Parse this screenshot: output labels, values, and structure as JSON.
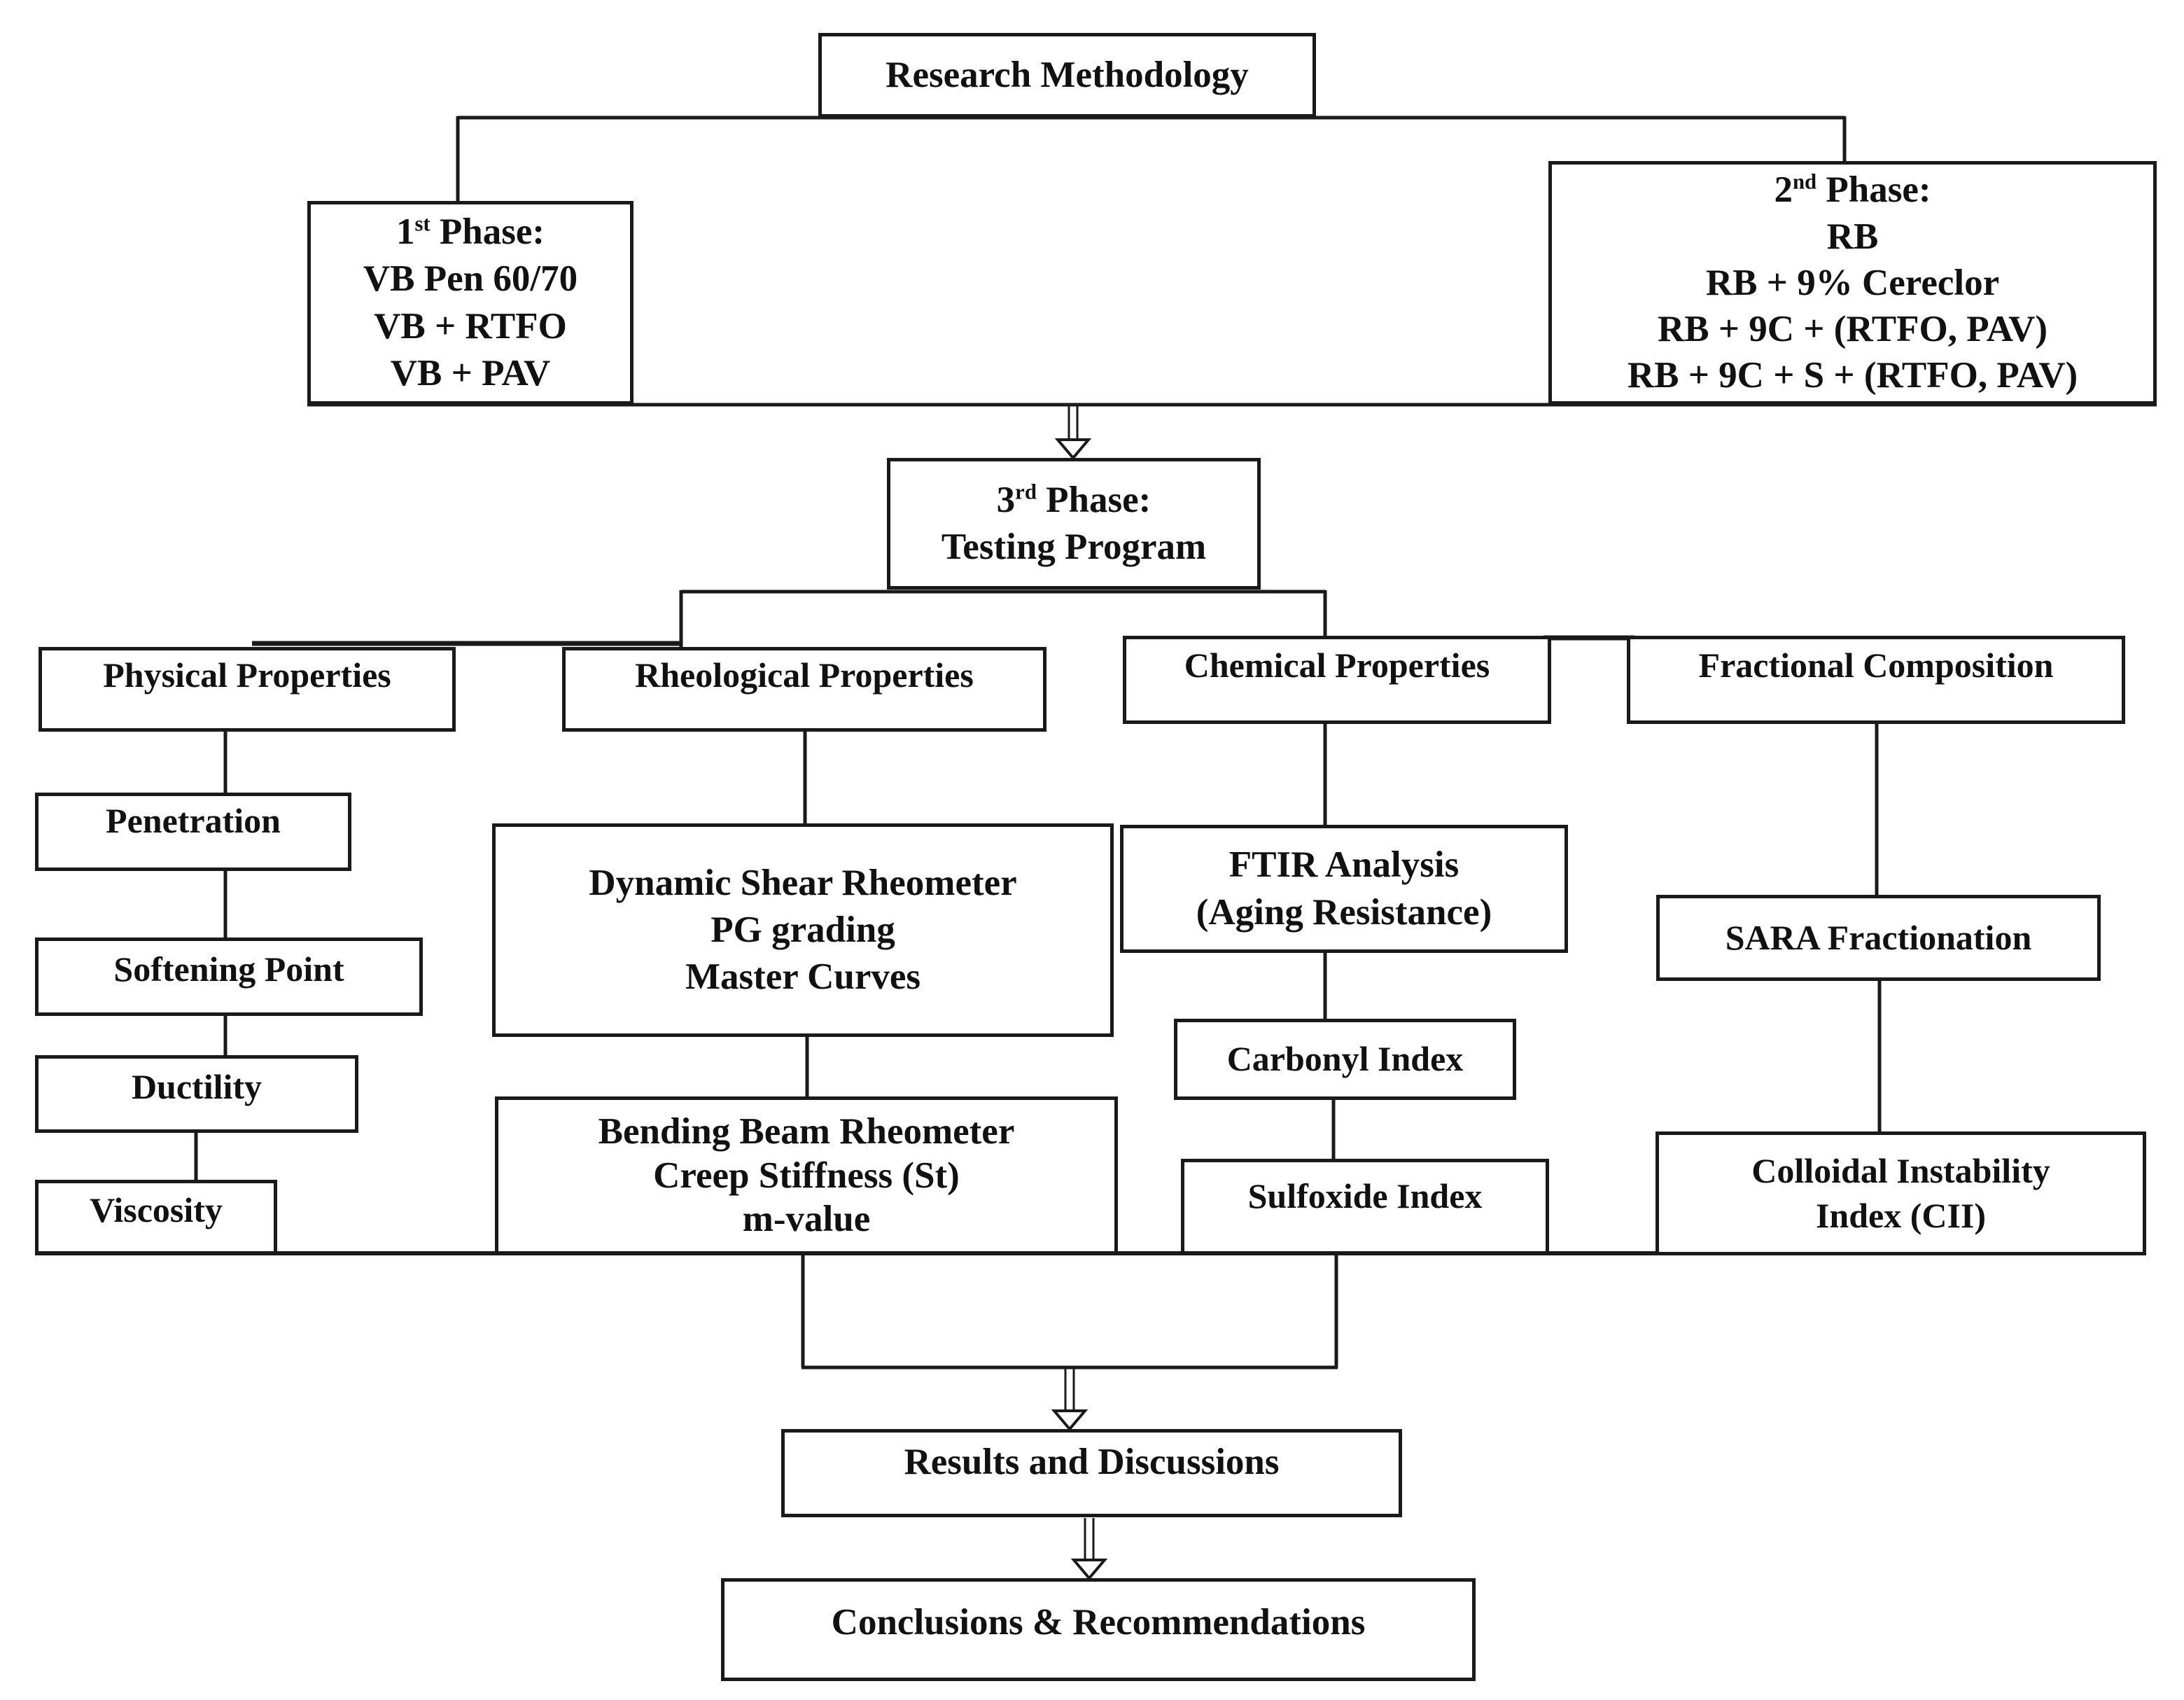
{
  "diagram": {
    "title": "Research Methodology flowchart",
    "colors": {
      "line": "#1a1a1a",
      "text": "#111111",
      "background": "#ffffff"
    },
    "nodes": {
      "rm": {
        "label": "Research Methodology"
      },
      "phase1": {
        "num": "1",
        "ord": "st",
        "rest": " Phase:",
        "lines": [
          "VB Pen 60/70",
          "VB + RTFO",
          "VB + PAV"
        ]
      },
      "phase2": {
        "num": "2",
        "ord": "nd",
        "rest": " Phase:",
        "lines": [
          "RB",
          "RB + 9% Cereclor",
          "RB + 9C + (RTFO, PAV)",
          "RB + 9C + S + (RTFO, PAV)"
        ]
      },
      "phase3": {
        "num": "3",
        "ord": "rd",
        "rest": " Phase:",
        "lines": [
          "Testing Program"
        ]
      },
      "physical": {
        "label": "Physical Properties"
      },
      "rheological": {
        "label": "Rheological Properties"
      },
      "chemical": {
        "label": "Chemical Properties"
      },
      "fractional": {
        "label": "Fractional Composition"
      },
      "penetration": {
        "label": "Penetration"
      },
      "softening": {
        "label": "Softening Point"
      },
      "ductility": {
        "label": "Ductility"
      },
      "viscosity": {
        "label": "Viscosity"
      },
      "dsr": {
        "lines": [
          "Dynamic Shear Rheometer",
          "PG grading",
          "Master Curves"
        ]
      },
      "bbr": {
        "lines": [
          "Bending Beam Rheometer",
          "Creep Stiffness (St)",
          "m-value"
        ]
      },
      "ftir": {
        "lines": [
          "FTIR Analysis",
          "(Aging Resistance)"
        ]
      },
      "carbonyl": {
        "label": "Carbonyl Index"
      },
      "sulfoxide": {
        "label": "Sulfoxide Index"
      },
      "sara": {
        "label": "SARA Fractionation"
      },
      "cii": {
        "lines": [
          "Colloidal Instability",
          "Index (CII)"
        ]
      },
      "results": {
        "label": "Results and Discussions"
      },
      "conclusions": {
        "label": "Conclusions & Recommendations"
      }
    }
  }
}
